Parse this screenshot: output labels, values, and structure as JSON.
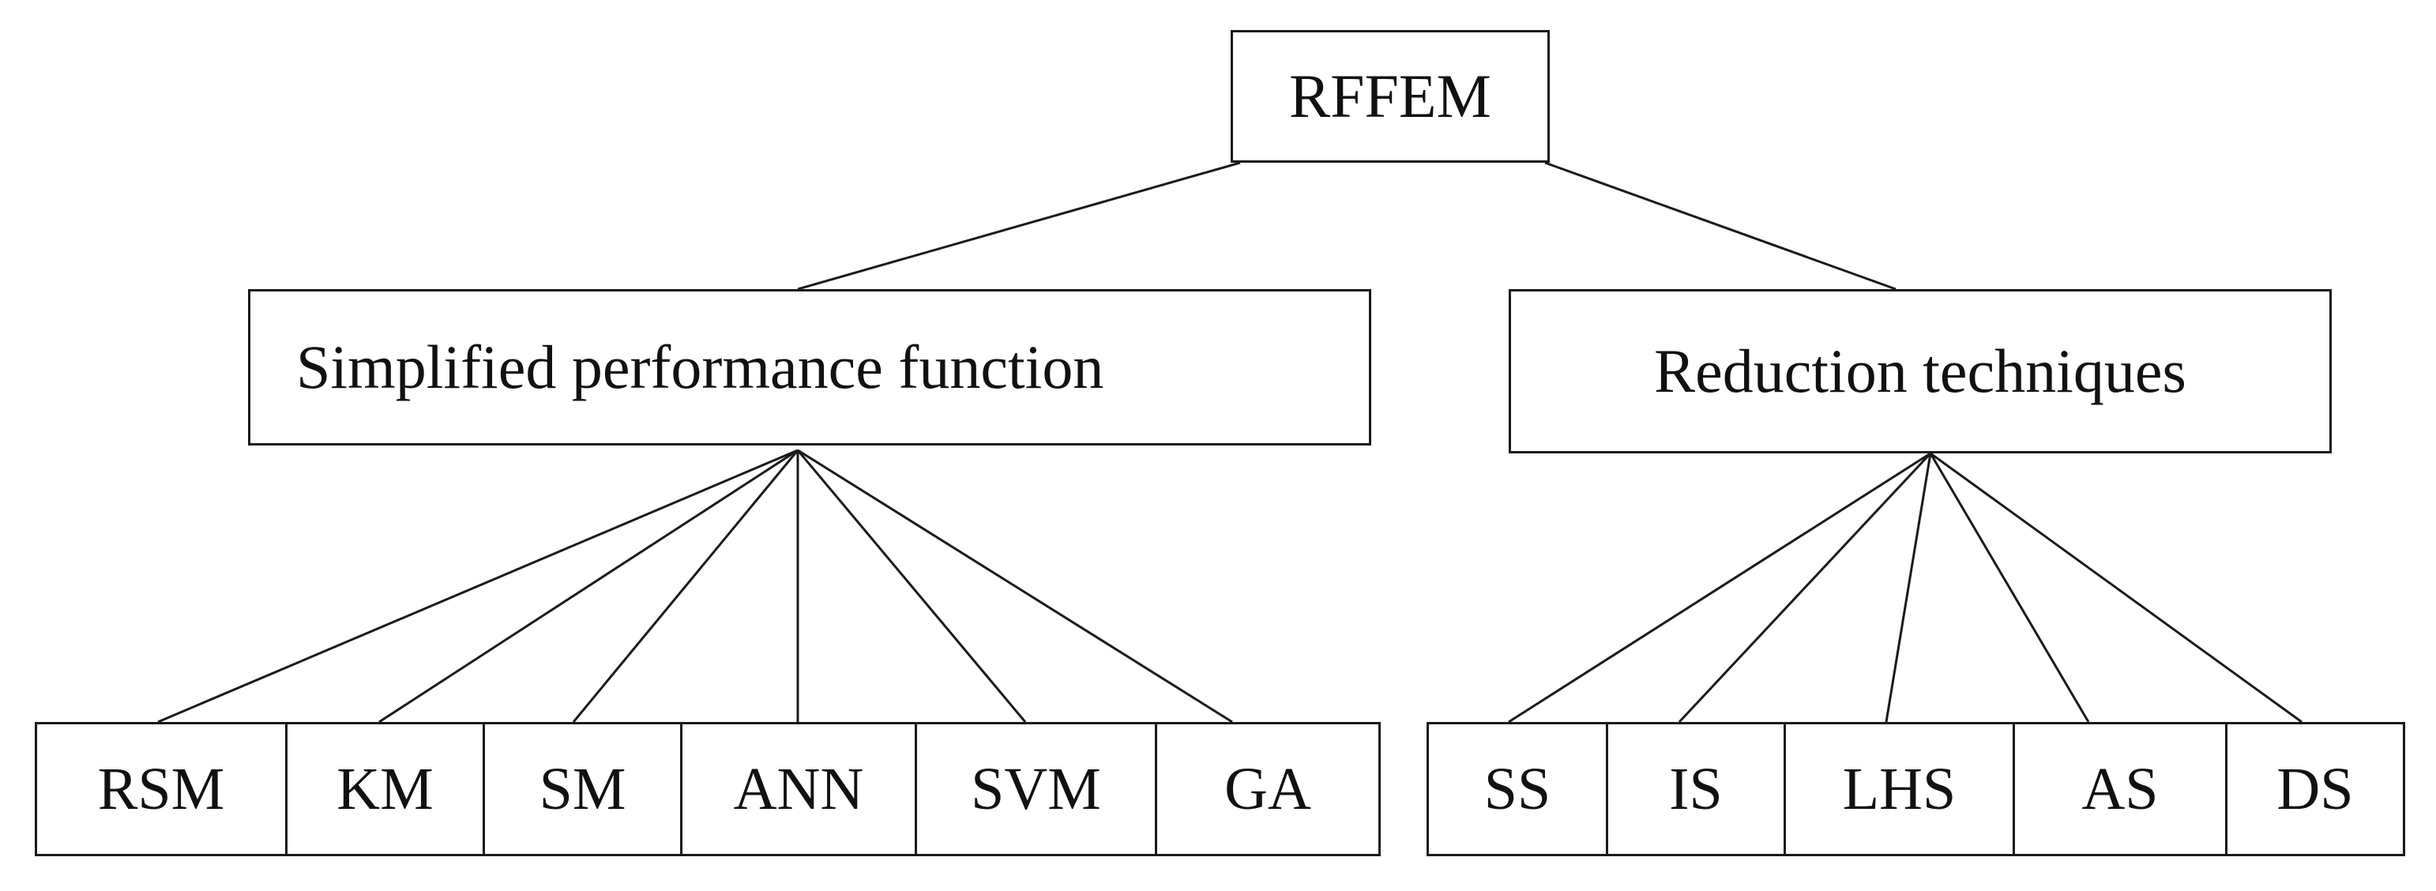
{
  "diagram": {
    "root": {
      "label": "RFFEM"
    },
    "branches": [
      {
        "label": "Simplified performance function",
        "children": [
          "RSM",
          "KM",
          "SM",
          "ANN",
          "SVM",
          "GA"
        ]
      },
      {
        "label": "Reduction techniques",
        "children": [
          "SS",
          "IS",
          "LHS",
          "AS",
          "DS"
        ]
      }
    ]
  }
}
